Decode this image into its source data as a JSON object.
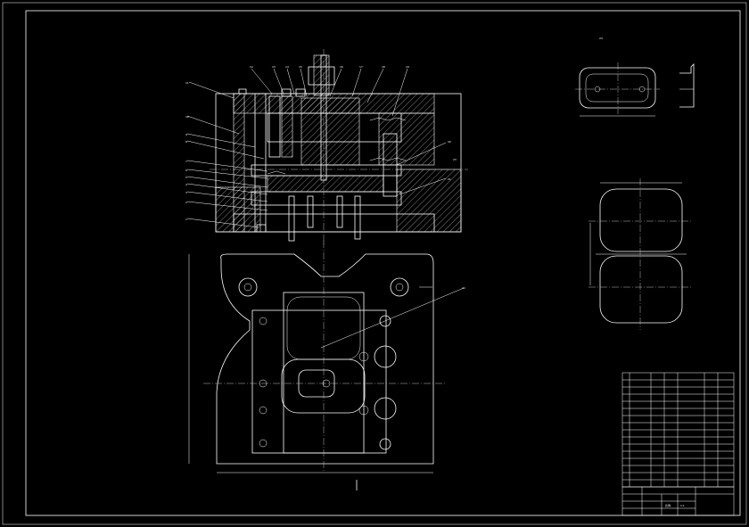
{
  "title_block": {
    "scale_label": "比例",
    "scale_value": "1:1"
  },
  "palette": {
    "background": "#000000",
    "lines": "#ffffff"
  },
  "balloons": [
    "1",
    "2",
    "3",
    "4",
    "5",
    "6",
    "7",
    "8",
    "9",
    "10",
    "11",
    "12",
    "13",
    "14",
    "15",
    "16",
    "17",
    "18",
    "19",
    "20",
    "21",
    "22",
    "23",
    "24"
  ]
}
